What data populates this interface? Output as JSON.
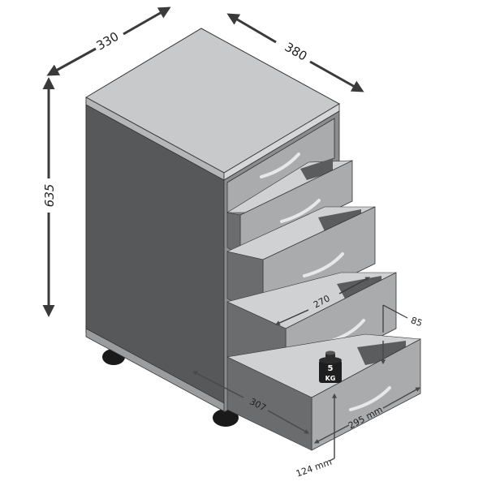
{
  "diagram": {
    "subject": "mobile office drawer cabinet with 5 drawers on casters",
    "units": "mm",
    "dimensions": {
      "width": "330",
      "depth": "380",
      "height": "635",
      "drawer_inner_depth": "270",
      "drawer_inner_height": "85",
      "drawer_slide_depth": "307",
      "drawer_front_width": "295 mm",
      "drawer_front_height": "124 mm"
    },
    "load_badge": {
      "value": "5",
      "unit": "KG"
    },
    "drawer_count": 5,
    "colors": {
      "top_surface": "#c7c9cb",
      "side_panel": "#56585a",
      "drawer_front": "#a9abad",
      "drawer_inner": "#5a5c5e",
      "arrow": "#3a3a3a",
      "caster": "#1a1a1a"
    }
  }
}
